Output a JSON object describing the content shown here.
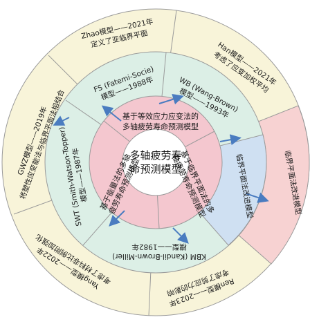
{
  "center": {
    "line1": "多轴疲劳寿",
    "line2": "命预测模型"
  },
  "inner_ring": [
    {
      "line1": "基于等效应力应变法的",
      "line2": "多轴疲劳寿命预测模型"
    },
    {
      "line1": "基于能量法的多轴",
      "line2": "疲劳寿命预测模型"
    },
    {
      "line1": "基于临界平面法的多",
      "line2": "轴疲劳寿命预测模型"
    }
  ],
  "middle_ring": [
    {
      "line1": "FS (Fatemi-Socie)",
      "line2": "模型——1988年"
    },
    {
      "line1": "WB (Wang-Brown)",
      "line2": "模型——1993年"
    },
    {
      "line1": "临界平面法改进模型",
      "line2": ""
    },
    {
      "line1": "KBM (Kandil-Brown-Miller)",
      "line2": "模型——1982年"
    },
    {
      "line1": "SWT (Smith-Watson-Topper)",
      "line2": "模型——1987年"
    }
  ],
  "outer_ring": [
    {
      "line1": "Zhao模型——2021年",
      "line2": "定义了亚临界平面"
    },
    {
      "line1": "Han模型——2021年",
      "line2": "考虑了应变加权平均"
    },
    {
      "line1": "临界平面法改进模型",
      "line2": ""
    },
    {
      "line1": "Ren模型——2023年",
      "line2": "考虑了剪应力的影响"
    },
    {
      "line1": "Yang模型——2022年",
      "line2": "考虑了材料非比例附加强化"
    },
    {
      "line1": "GWZ模型——2019年",
      "line2": "将塑性应变能法与临界平面法相结合"
    }
  ],
  "colors": {
    "center": "#ffffff",
    "inner": "#f4c7cf",
    "middle": "#dcefe6",
    "outer": "#f8f4d9",
    "blue_highlight": "#cfe0f2",
    "pink_highlight": "#f7d2d2",
    "arrow": "#4a7cc0"
  }
}
